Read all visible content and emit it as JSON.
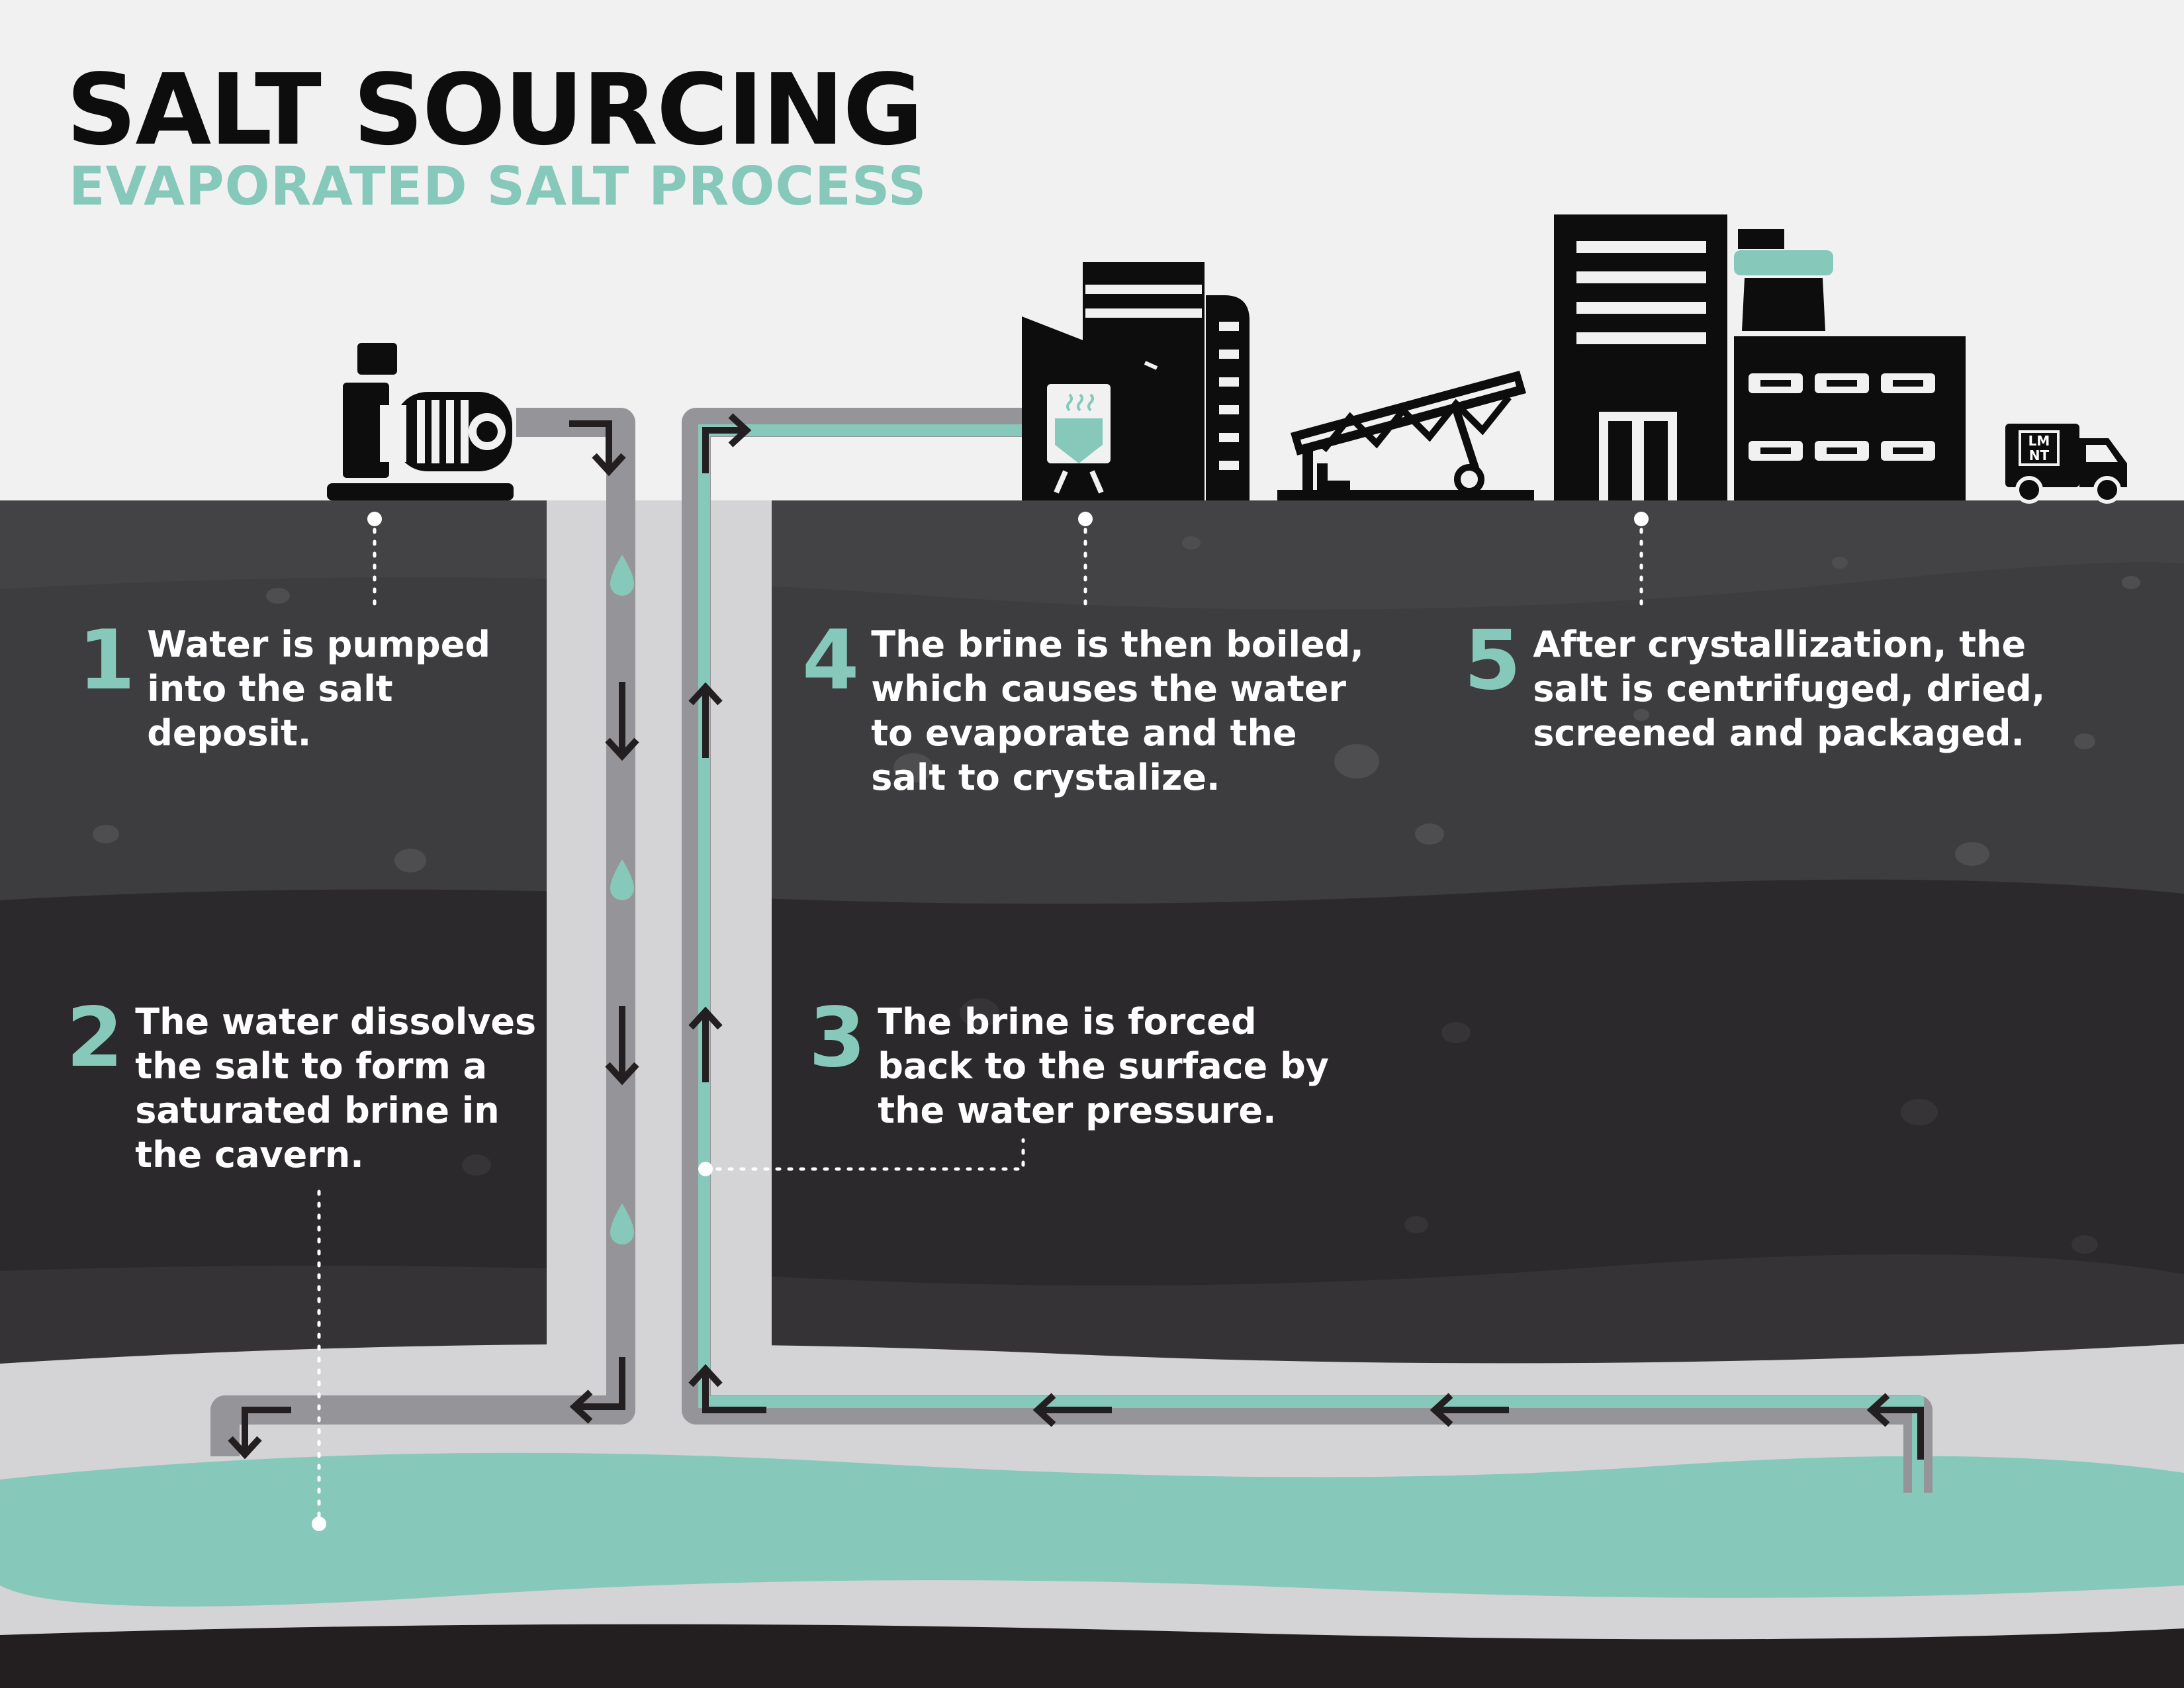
{
  "title": "SALT SOURCING",
  "subtitle": "EVAPORATED SALT PROCESS",
  "colors": {
    "accent": "#86c9bb",
    "sky": "#f1f1f1",
    "ground_upper": "#434345",
    "ground_lower": "#2b292b",
    "salt_layer": "#d4d4d6",
    "pipe": "#959599",
    "icons": "#0d0d0d"
  },
  "steps": [
    {
      "number": "1",
      "text": "Water is pumped\ninto the salt\ndeposit."
    },
    {
      "number": "2",
      "text": "The water dissolves\nthe salt to form a\nsaturated brine in\nthe cavern."
    },
    {
      "number": "3",
      "text": "The brine is forced\nback to the surface by\nthe water pressure."
    },
    {
      "number": "4",
      "text": "The brine is then boiled,\nwhich causes the water\nto evaporate and the\nsalt to crystalize."
    },
    {
      "number": "5",
      "text": "After crystallization, the\nsalt is centrifuged, dried,\nscreened and packaged."
    }
  ],
  "truck_logo": "LM\nNT",
  "icons": [
    "pump-icon",
    "evaporator-icon",
    "conveyor-icon",
    "factory-icon",
    "truck-icon",
    "water-drop-icon",
    "arrow-icon"
  ]
}
